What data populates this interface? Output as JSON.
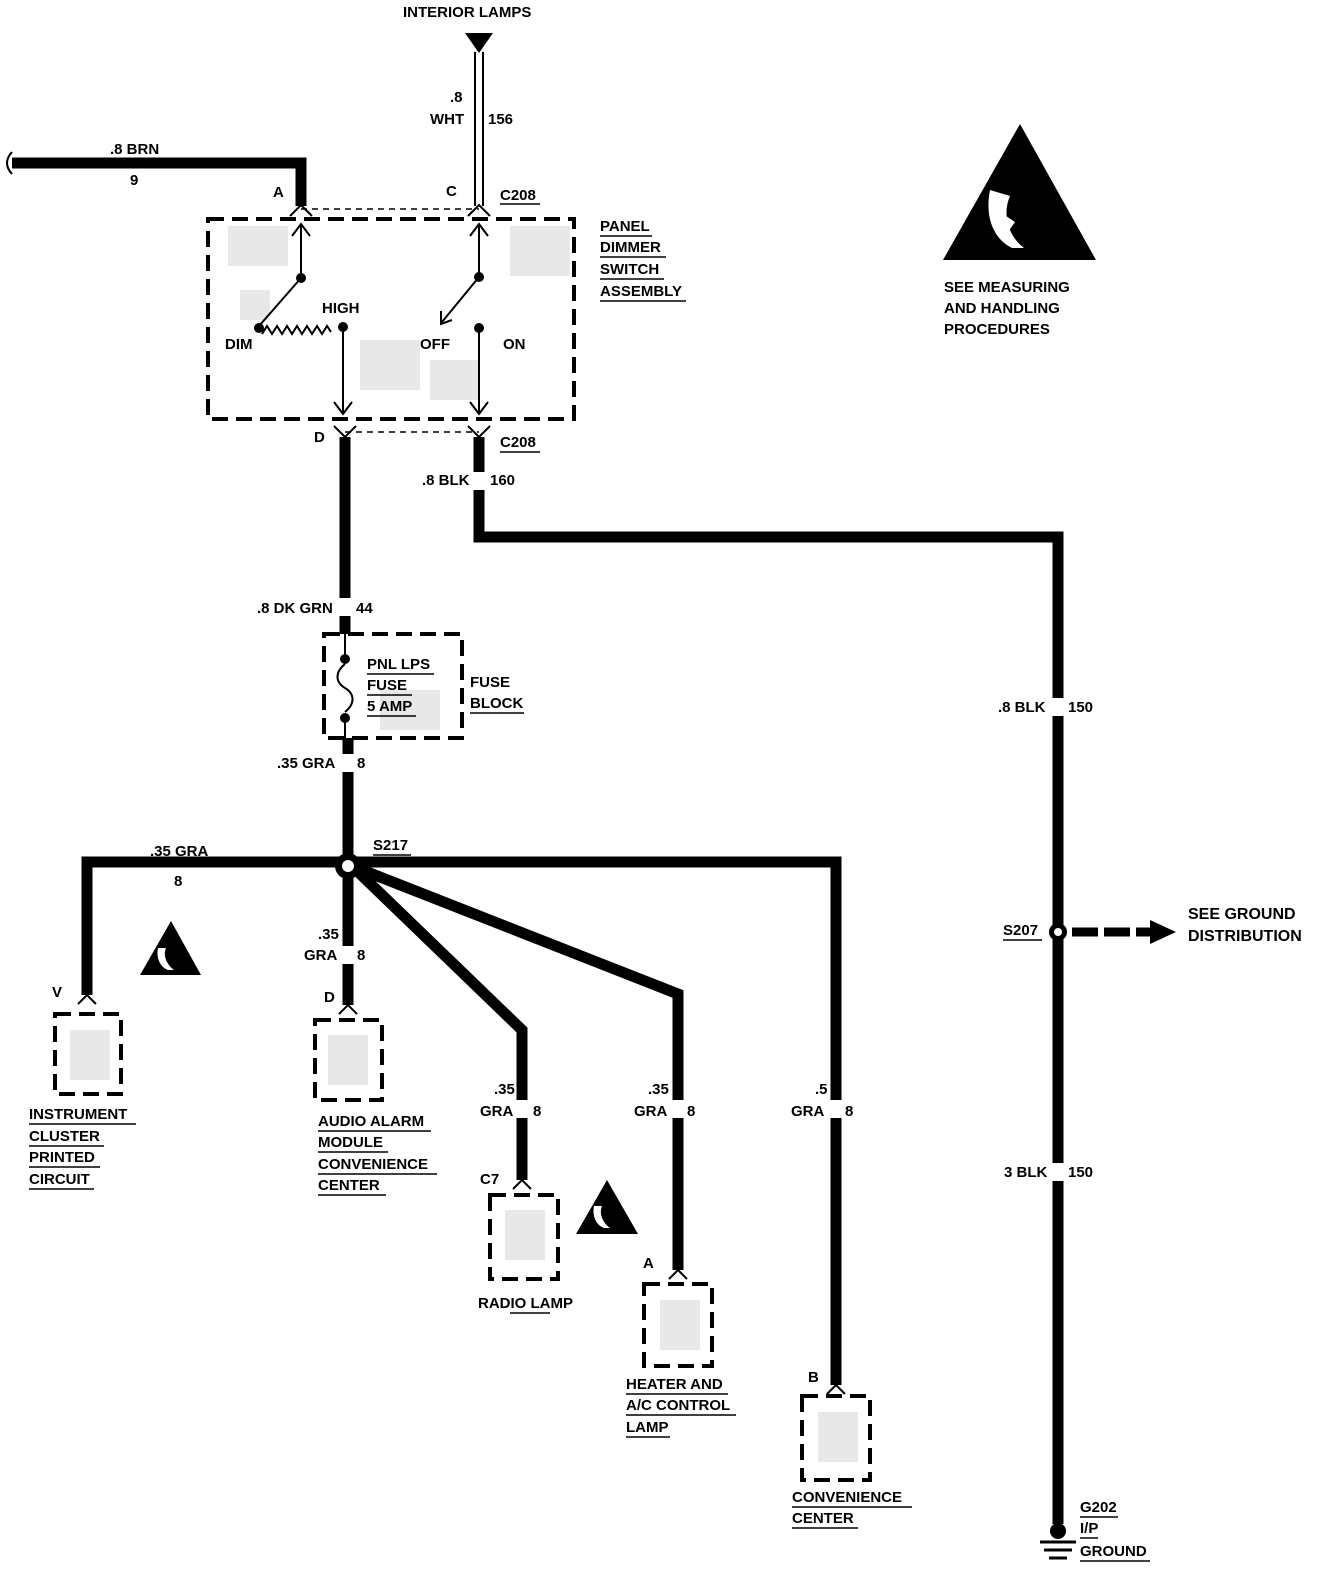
{
  "top_feed": {
    "label": "INTERIOR LAMPS",
    "gauge_color": ".8",
    "color": "WHT",
    "circuit": "156"
  },
  "brn_wire": {
    "gauge_color": ".8 BRN",
    "circuit": "9"
  },
  "switch": {
    "label_lines": [
      "PANEL",
      "DIMMER",
      "SWITCH",
      "ASSEMBLY"
    ],
    "connector_top": "C208",
    "connector_bottom": "C208",
    "pins": {
      "a": "A",
      "c": "C",
      "d": "D"
    },
    "positions": {
      "dim": "DIM",
      "high": "HIGH",
      "off": "OFF",
      "on": "ON"
    }
  },
  "blk_wire_switch": {
    "gauge_color": ".8 BLK",
    "circuit": "160"
  },
  "dkgrn_wire": {
    "gauge_color": ".8 DK GRN",
    "circuit": "44"
  },
  "fuse": {
    "lines": [
      "PNL LPS",
      "FUSE",
      "5 AMP"
    ],
    "block_lines": [
      "FUSE",
      "BLOCK"
    ]
  },
  "gra_trunk": {
    "gauge_color": ".35 GRA",
    "circuit": "8"
  },
  "splice_s217": "S217",
  "branch_left": {
    "gauge_color": ".35 GRA",
    "circuit": "8",
    "pin": "V",
    "label_lines": [
      "INSTRUMENT",
      "CLUSTER",
      "PRINTED",
      "CIRCUIT"
    ]
  },
  "branch_audio": {
    "gauge": ".35",
    "color": "GRA",
    "circuit": "8",
    "pin": "D",
    "label_lines": [
      "AUDIO ALARM",
      "MODULE",
      "CONVENIENCE",
      "CENTER"
    ]
  },
  "branch_radio": {
    "gauge": ".35",
    "color": "GRA",
    "circuit": "8",
    "pin": "C7",
    "label": "RADIO LAMP"
  },
  "branch_heater": {
    "gauge": ".35",
    "color": "GRA",
    "circuit": "8",
    "pin": "A",
    "label_lines": [
      "HEATER AND",
      "A/C CONTROL",
      "LAMP"
    ]
  },
  "branch_conv": {
    "gauge": ".5",
    "color": "GRA",
    "circuit": "8",
    "pin": "B",
    "label_lines": [
      "CONVENIENCE",
      "CENTER"
    ]
  },
  "ground_wire_upper": {
    "gauge_color": ".8 BLK",
    "circuit": "150"
  },
  "ground_wire_lower": {
    "gauge_color": "3 BLK",
    "circuit": "150"
  },
  "splice_s207": "S207",
  "ground_dist": {
    "lines": [
      "SEE GROUND",
      "DISTRIBUTION"
    ]
  },
  "ground_g202": {
    "lines": [
      "G202",
      "I/P",
      "GROUND"
    ]
  },
  "esd_note": {
    "lines": [
      "SEE MEASURING",
      "AND HANDLING",
      "PROCEDURES"
    ]
  }
}
